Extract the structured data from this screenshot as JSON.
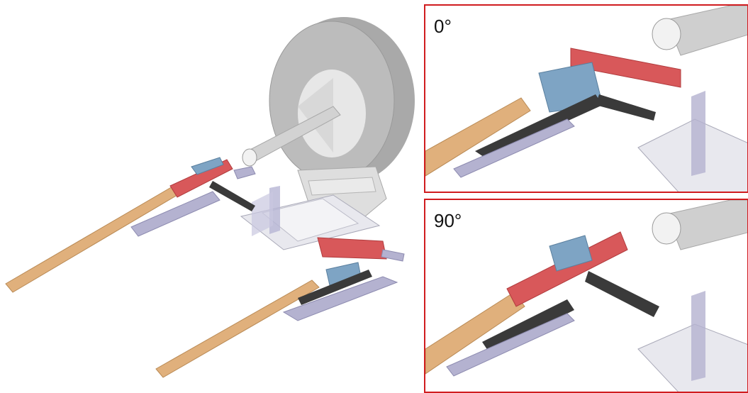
{
  "insets": [
    {
      "id": "top",
      "label": "0°"
    },
    {
      "id": "bottom",
      "label": "90°"
    }
  ],
  "colors": {
    "frame": "#d01c1f",
    "wheel": "#b9b9b9",
    "wood": "#e0b07c",
    "red_part": "#d8585a",
    "blue_part": "#7ea4c4",
    "black_rail": "#3a3a3a",
    "lavender_frame": "#b4b2d0",
    "axle": "#cfcfcf"
  },
  "icons": [
    "wheel-assembly",
    "rail-slider-assembly"
  ]
}
